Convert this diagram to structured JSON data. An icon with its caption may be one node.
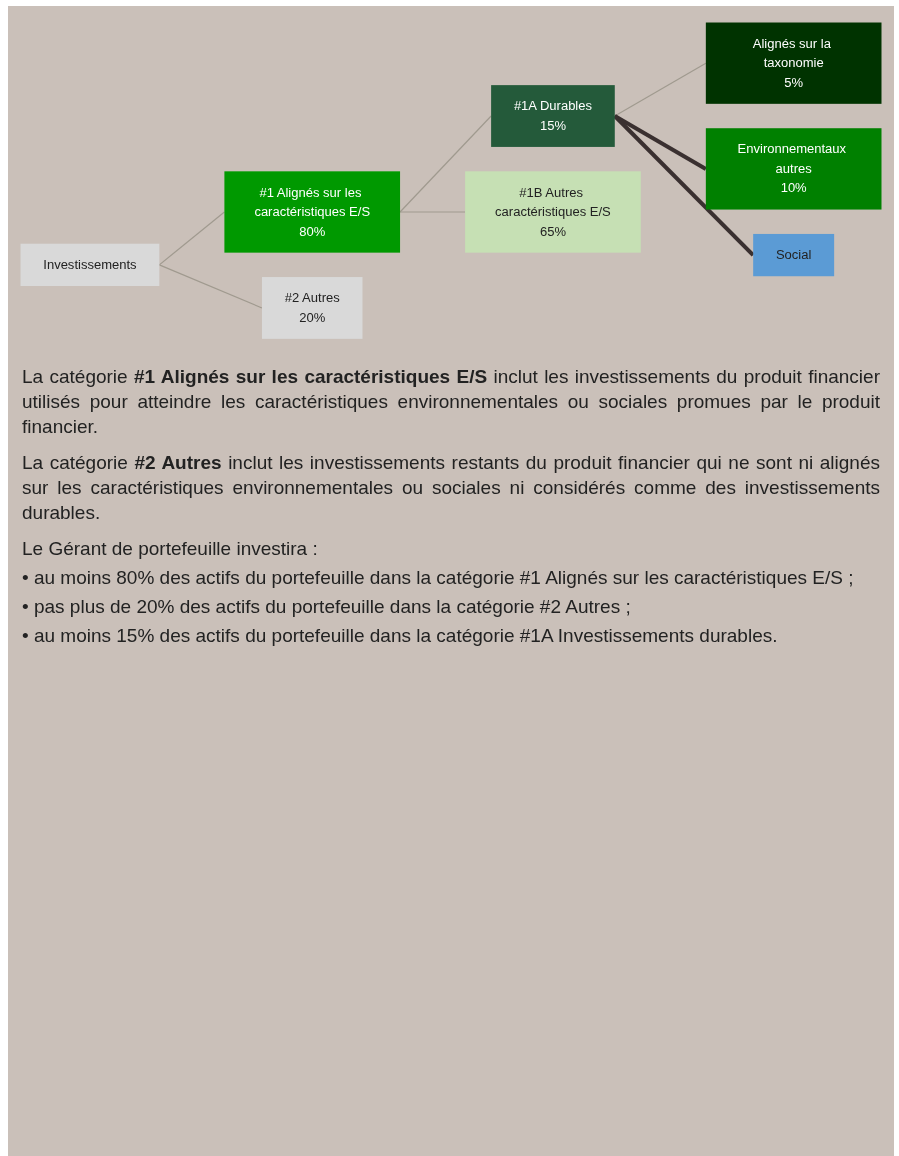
{
  "diagram": {
    "nodes": [
      {
        "text": [
          "Investissements"
        ]
      },
      {
        "text": [
          "#1 Alignés sur les caractéristiques E/S",
          "80%"
        ]
      },
      {
        "text": [
          "#2 Autres",
          "20%"
        ]
      },
      {
        "text": [
          "#1A Durables",
          "15%"
        ]
      },
      {
        "text": [
          "#1B Autres caractéristiques E/S",
          "65%"
        ]
      },
      {
        "text": [
          "Alignés sur la taxonomie",
          "5%"
        ]
      },
      {
        "text": [
          "Environnementaux autres",
          "10%"
        ]
      },
      {
        "text": [
          "Social"
        ]
      }
    ],
    "edges": [
      {
        "from": 0,
        "to": 1,
        "arrow": "none"
      },
      {
        "from": 0,
        "to": 2,
        "arrow": "none"
      },
      {
        "from": 1,
        "to": 3,
        "arrow": "none"
      },
      {
        "from": 1,
        "to": 4,
        "arrow": "none"
      },
      {
        "from": 3,
        "to": 5,
        "arrow": "none"
      },
      {
        "from": 3,
        "to": 6,
        "arrow": "none",
        "style": "thick",
        "color": "#3a3030"
      },
      {
        "from": 3,
        "to": 7,
        "arrow": "none",
        "style": "thick",
        "color": "#3a3030"
      }
    ],
    "labels": [
      "La catégorie **#1 Alignés sur les caractéristiques E/S** inclut les investissements du produit financier utilisés pour atteindre les caractéristiques environnementales ou sociales promues par le produit financier.",
      "La catégorie **#2 Autres** inclut les investissements restants du produit financier qui ne sont ni alignés sur les caractéristiques environnementales ou sociales ni considérés comme des investissements durables.",
      "Le Gérant de portefeuille investira :",
      "• au moins 80% des actifs du portefeuille dans la catégorie #1 Alignés sur les caractéristiques E/S ;",
      "• pas plus de 20% des actifs du portefeuille dans la catégorie #2 Autres ;",
      "• au moins 15% des actifs du portefeuille dans la catégorie #1A Investissements durables."
    ]
  }
}
